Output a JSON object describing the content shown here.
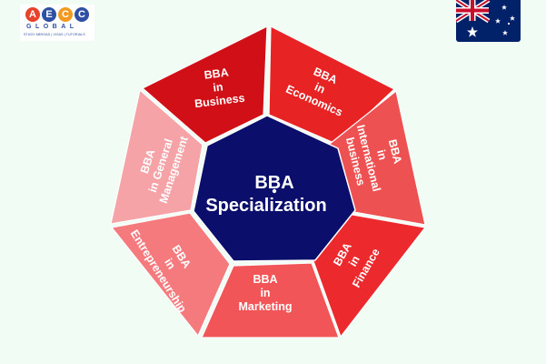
{
  "logo": {
    "letters": [
      "A",
      "E",
      "C",
      "C"
    ],
    "global": "GLOBAL",
    "tagline": "STUDY ABROAD | VISAS | TUTORIALS"
  },
  "flag": {
    "name": "australia-flag"
  },
  "diagram": {
    "center": {
      "line1": "BBA",
      "line2": "Specialization",
      "color": "#0b0f6b"
    },
    "segments": [
      {
        "lines": [
          "BBA",
          "in",
          "Business"
        ],
        "color": "#d10f16"
      },
      {
        "lines": [
          "BBA",
          "in",
          "Economics"
        ],
        "color": "#e72324"
      },
      {
        "lines": [
          "BBA",
          "in",
          "International",
          "business"
        ],
        "color": "#ee5151"
      },
      {
        "lines": [
          "BBA",
          "in",
          "Finance"
        ],
        "color": "#ec2a2d"
      },
      {
        "lines": [
          "BBA",
          "in",
          "Marketing"
        ],
        "color": "#f15557"
      },
      {
        "lines": [
          "BBA",
          "in",
          "Entrepreneurship"
        ],
        "color": "#f47a7d"
      },
      {
        "lines": [
          "BBA",
          "in General",
          "Management"
        ],
        "color": "#f5a3a6"
      }
    ]
  }
}
